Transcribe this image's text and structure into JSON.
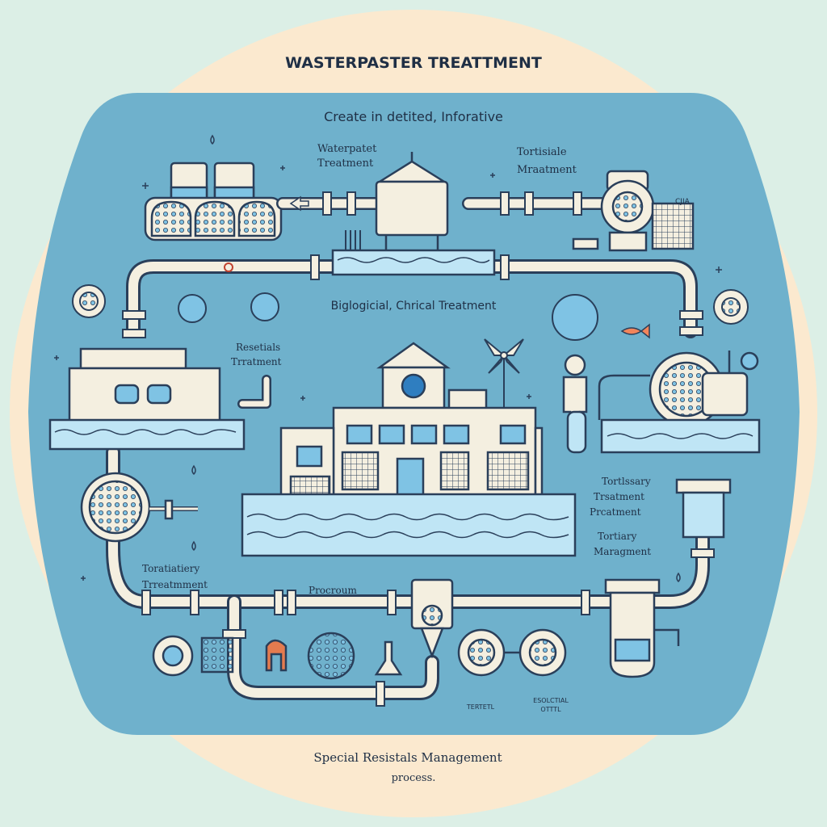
{
  "title": "WASTERPASTER TREATTMENT",
  "subtitle": "Create in detited, Inforative",
  "footer_line1": "Special Resistals Management",
  "footer_line2": "process.",
  "labels": {
    "top_left_line1": "Waterpatet",
    "top_left_line2": "Treatment",
    "top_right_line1": "Tortisiale",
    "top_right_line2": "Mraatment",
    "small_right": "CJIA",
    "center": "Biglogicial, Chrical Treatment",
    "left_mid_line1": "Resetials",
    "left_mid_line2": "Trratment",
    "right_lower_line1": "Tortlssary",
    "right_lower_line2": "Trsatment",
    "right_lower_line3": "Prcatment",
    "right_lower2_line1": "Tortiary",
    "right_lower2_line2": "Maragment",
    "left_lower_line1": "Toratiatiery",
    "left_lower_line2": "Trreatmment",
    "procoum": "Procroum",
    "bottom_small1": "TERTETL",
    "bottom_small2_line1": "ESOLCTIAL",
    "bottom_small2_line2": "OTTTL"
  },
  "colors": {
    "background": "#dcefe6",
    "ring": "#fbe9cf",
    "disc": "#6fb1cc",
    "pipe": "#f4efe0",
    "water": "#bfe5f5",
    "dark": "#2a3f5a"
  }
}
